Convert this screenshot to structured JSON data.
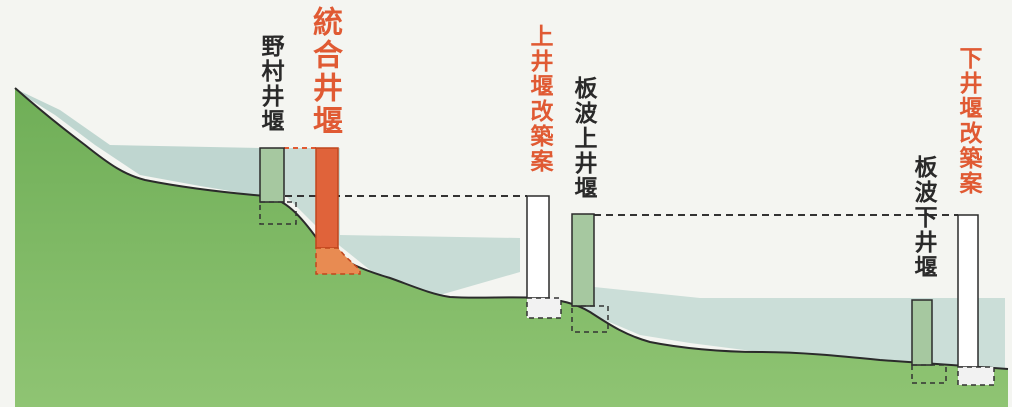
{
  "colors": {
    "background": "#f4f5f1",
    "water": "#b9d3cc",
    "ground": "#6fae57",
    "ground_light": "#9fcd7f",
    "ground_line": "#2b2b2b",
    "existing_weir": "#a6c8a0",
    "integrated_weir": "#e0633a",
    "proposed_label": "#e05a33",
    "dashed_line": "#333333"
  },
  "labels": {
    "nomura": "野村井堰",
    "integrated": "統合井堰",
    "kami_plan": "上井堰改築案",
    "itanami_kami": "板波上井堰",
    "itanami_shimo": "板波下井堰",
    "shimo_plan": "下井堰改築案"
  }
}
